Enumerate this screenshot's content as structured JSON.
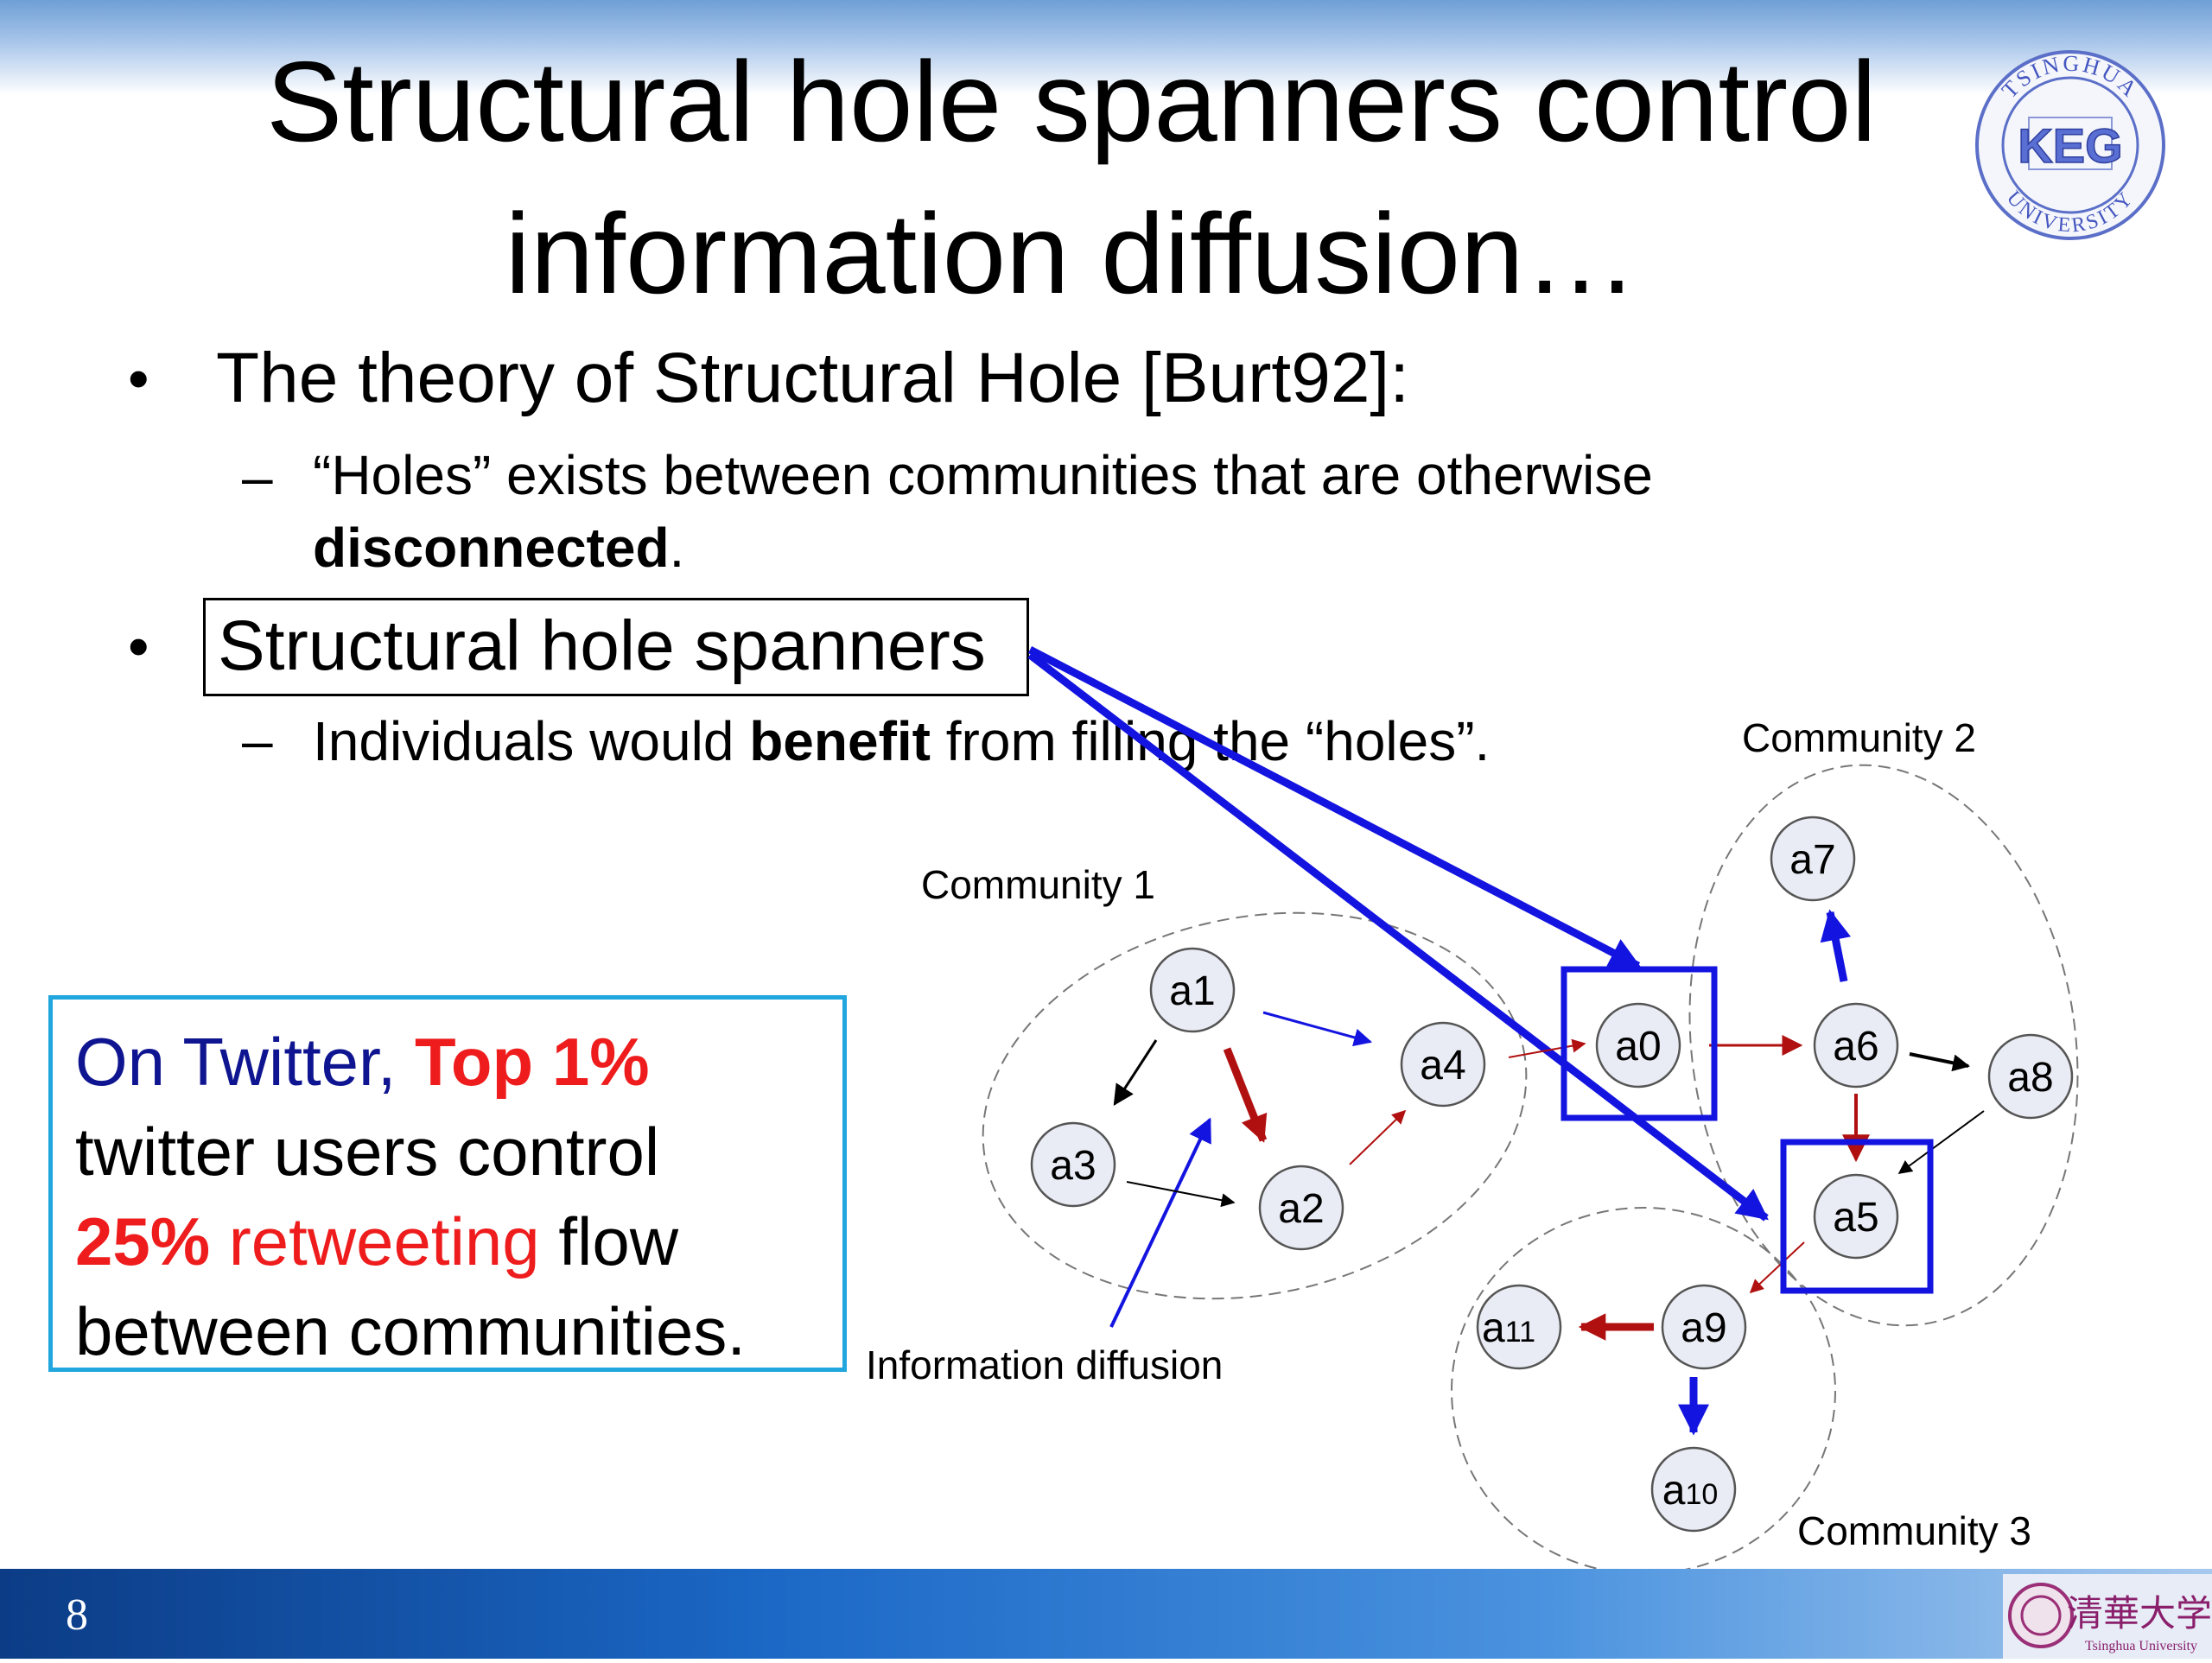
{
  "slide": {
    "title_line1": "Structural hole spanners control",
    "title_line2": "information diffusion…",
    "page_number": "8"
  },
  "bullets": [
    {
      "symbol": "•",
      "text": "The theory of  Structural Hole [Burt92]:",
      "sub": {
        "symbol": "–",
        "text_line1": "“Holes” exists between communities that are otherwise",
        "bold": "disconnected",
        "tail": "."
      }
    },
    {
      "symbol": "•",
      "text": "Structural hole spanners",
      "sub": {
        "symbol": "–",
        "pre": "Individuals would ",
        "bold": "benefit",
        "post": " from filling the “holes”."
      }
    }
  ],
  "callout": {
    "line1_a": "On Twitter, ",
    "line1_b": "Top 1%",
    "line2": "twitter users control",
    "line3_a": "25%",
    "line3_b": " retweeting",
    "line3_c": " flow",
    "line4": "between communities."
  },
  "diagram": {
    "communities": [
      "Community 1",
      "Community 2",
      "Community 3"
    ],
    "annotation": "Information diffusion",
    "nodes": {
      "a0": "a0",
      "a1": "a1",
      "a2": "a2",
      "a3": "a3",
      "a4": "a4",
      "a5": "a5",
      "a6": "a6",
      "a7": "a7",
      "a8": "a8",
      "a9": "a9",
      "a10_main": "a",
      "a10_sub": "10",
      "a11_main": "a",
      "a11_sub": "11"
    },
    "colors": {
      "blue": "#1414e0",
      "red": "#b11010",
      "black": "#000000"
    }
  },
  "logos": {
    "keg_text": "KEG",
    "keg_ring_top": "TSINGHUA",
    "keg_ring_bottom": "UNIVERSITY",
    "thu_name": "清華大学",
    "thu_sub": "Tsinghua University"
  },
  "colors": {
    "title_band": "#a9c6ea",
    "callout_border": "#21a6dd",
    "navy": "#0f1590",
    "red": "#ee1c1c",
    "bottom_bar": "#1b68c6"
  }
}
